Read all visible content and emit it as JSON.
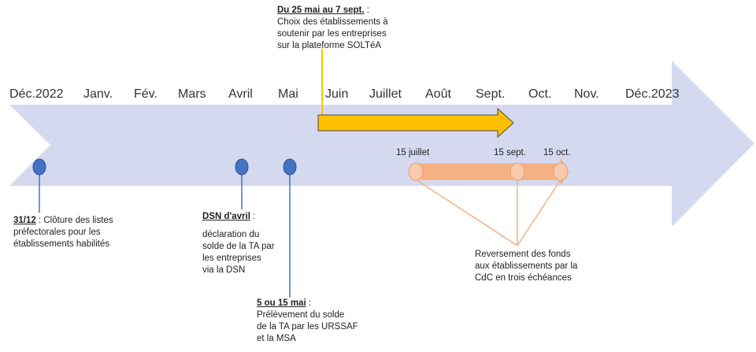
{
  "timeline": {
    "months": [
      "Déc.2022",
      "Janv.",
      "Fév.",
      "Mars",
      "Avril",
      "Mai",
      "Juin",
      "Juillet",
      "Août",
      "Sept.",
      "Oct.",
      "Nov.",
      "Déc.2023"
    ]
  },
  "campaign": {
    "head": "Du 25 mai au 7 sept.",
    "sep": " :",
    "line1": "Choix des établissements à",
    "line2": "soutenir par les entreprises",
    "line3": "sur la plateforme SOLTéA"
  },
  "payments": {
    "dates": [
      "15 juillet",
      "15 sept.",
      "15 oct."
    ],
    "line1": "Reversement des fonds",
    "line2": "aux établissements par la",
    "line3": "CdC en trois échéances"
  },
  "milestones": {
    "dec": {
      "head": "31/12",
      "sep": " : Clôture des listes",
      "line1": "préfectorales pour les",
      "line2": "établissements habilités"
    },
    "avril": {
      "head": "DSN d'avril",
      "sep": " :",
      "line1": "déclaration du",
      "line2": "solde de la TA par",
      "line3": "les entreprises",
      "line4": "via la DSN"
    },
    "mai": {
      "head": "5 ou 15 mai",
      "sep": " :",
      "line1": "Prélèvement du solde",
      "line2": "de la TA par les URSSAF",
      "line3": "et la MSA"
    }
  },
  "colors": {
    "band": "#d4d9ef",
    "dot": "#4472c4",
    "gold": "#ffc000",
    "salmon": "#f4b183",
    "salmon_dot": "#f8cbad"
  }
}
